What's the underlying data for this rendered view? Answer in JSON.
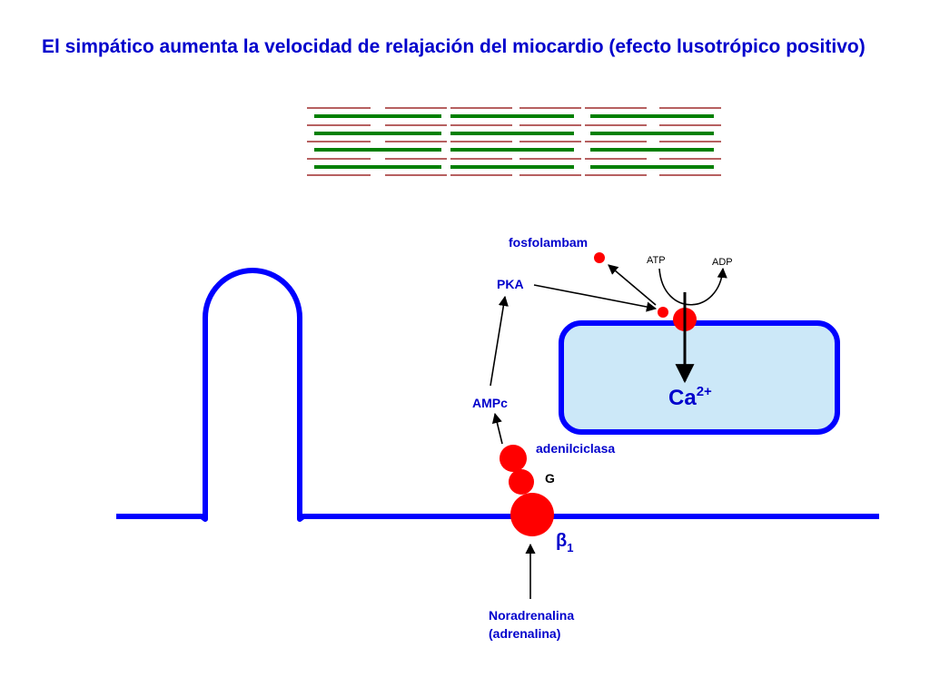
{
  "title": "El simpático aumenta la velocidad de relajación del miocardio (efecto lusotrópico positivo)",
  "labels": {
    "fosfolambam": "fosfolambam",
    "atp": "ATP",
    "adp": "ADP",
    "pka": "PKA",
    "ampc": "AMPc",
    "adenilciclasa": "adenilciclasa",
    "g": "G",
    "beta_base": "β",
    "beta_sub": "1",
    "ca_base": "Ca",
    "ca_sup": "2+",
    "noradrenalina": "Noradrenalina",
    "adrenalina": "(adrenalina)"
  },
  "colors": {
    "membrane": "#0000ff",
    "text": "#0000cc",
    "molecule": "#ff0000",
    "reticulum_fill": "#cce8f8",
    "actin": "#008000",
    "myosin": "#8b0000"
  }
}
